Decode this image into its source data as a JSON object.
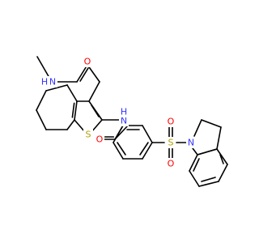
{
  "colors": {
    "carbon_bond": "#000000",
    "nitrogen": "#3333ff",
    "oxygen": "#ff0000",
    "sulfur": "#b3a000",
    "background": "#ffffff"
  },
  "atom_labels": {
    "amide_nh_top": "N",
    "amide_h_top": "H",
    "amide_o_top": "O",
    "amide_nh_mid": "N",
    "amide_h_mid": "H",
    "amide_o_mid": "O",
    "thiophene_s": "S",
    "sulfonyl_s": "S",
    "sulfonyl_o_top": "O",
    "sulfonyl_o_bottom": "O",
    "indoline_n": "N"
  }
}
